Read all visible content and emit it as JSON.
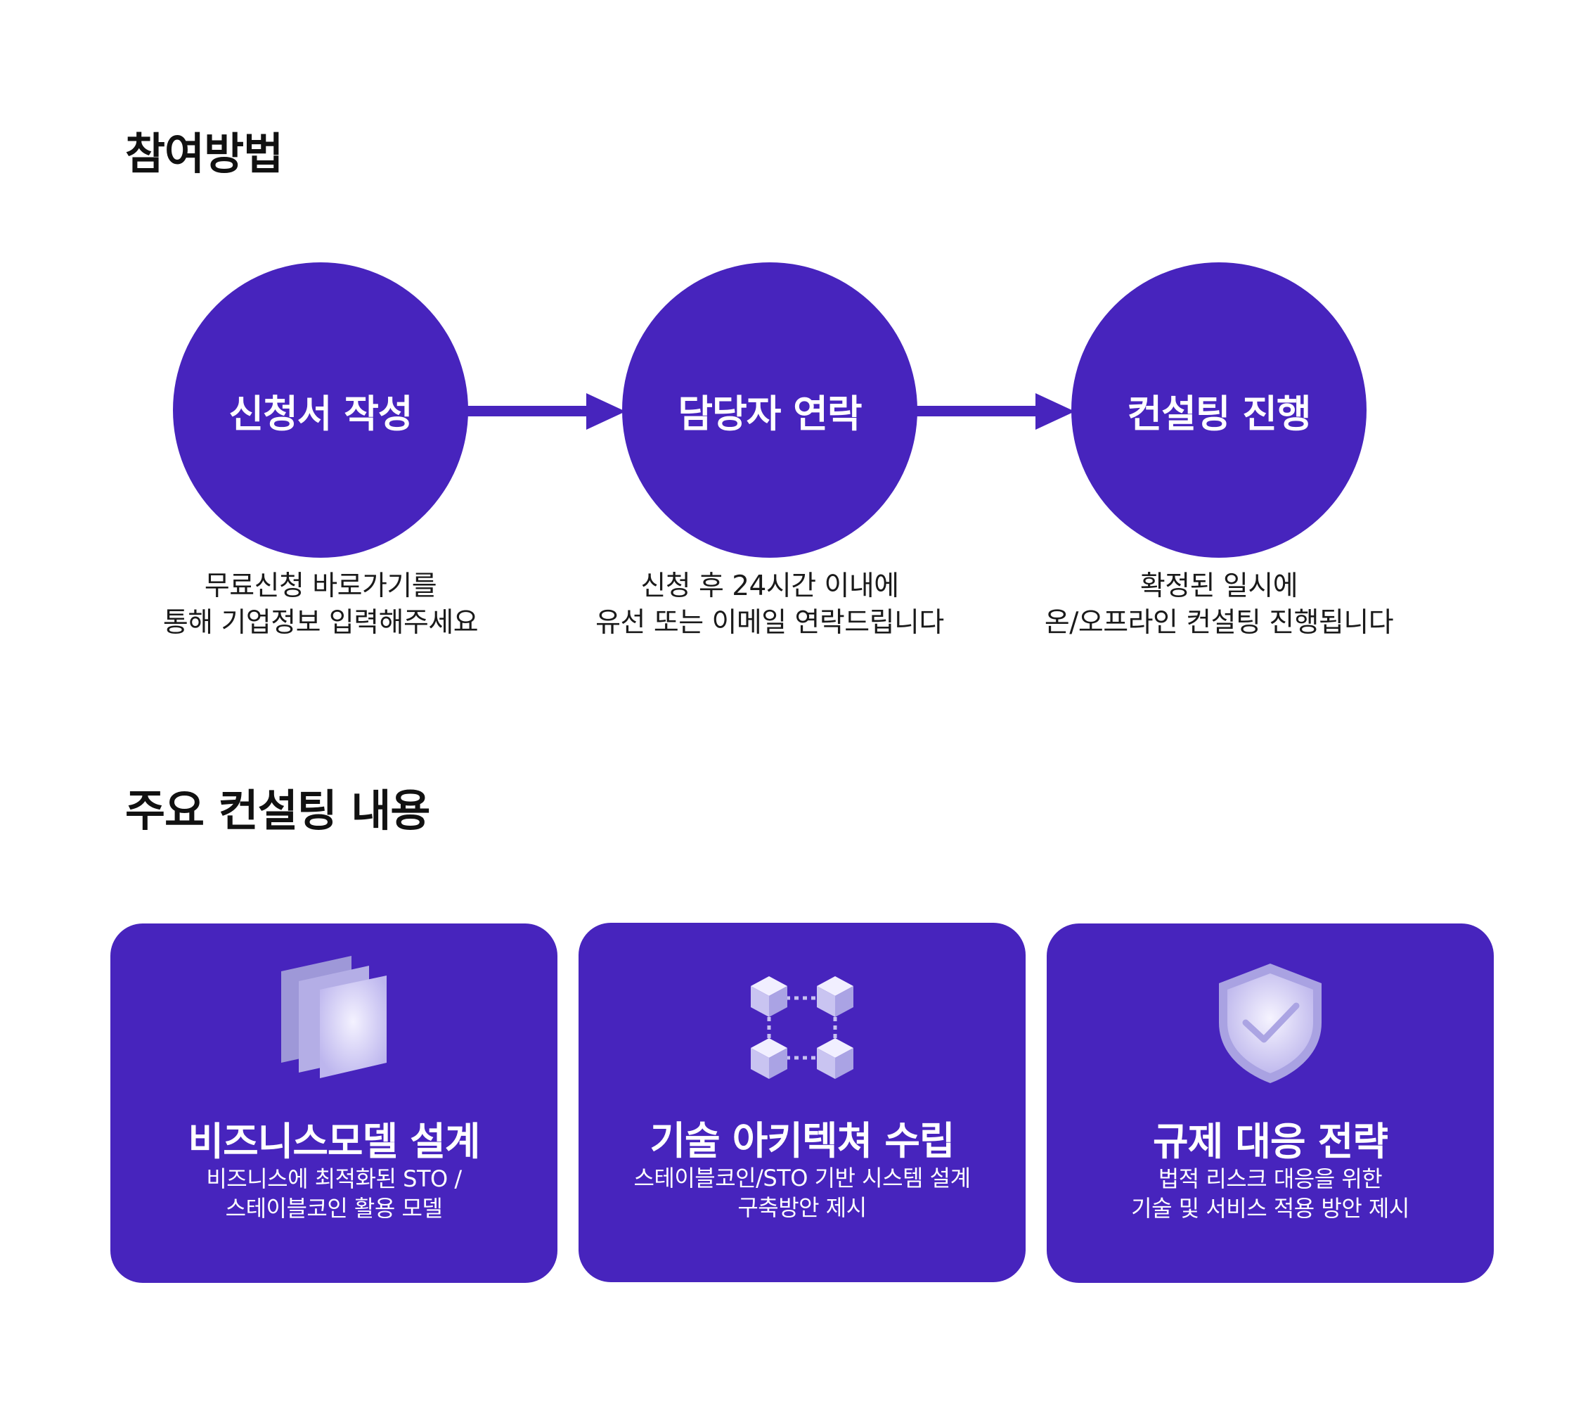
{
  "sections": {
    "participate_title": "참여방법",
    "consulting_title": "주요 컨설팅 내용"
  },
  "steps": [
    {
      "label": "신청서 작성",
      "desc_line1": "무료신청 바로가기를",
      "desc_line2": "통해 기업정보 입력해주세요"
    },
    {
      "label": "담당자 연락",
      "desc_line1": "신청 후 24시간 이내에",
      "desc_line2": "유선 또는 이메일 연락드립니다"
    },
    {
      "label": "컨설팅 진행",
      "desc_line1": "확정된 일시에",
      "desc_line2": "온/오프라인 컨설팅 진행됩니다"
    }
  ],
  "cards": [
    {
      "icon": "layers-icon",
      "title": "비즈니스모델 설계",
      "desc_line1": "비즈니스에 최적화된 STO /",
      "desc_line2": "스테이블코인 활용 모델"
    },
    {
      "icon": "blockchain-cubes-icon",
      "title": "기술 아키텍쳐 수립",
      "desc_line1": "스테이블코인/STO 기반 시스템 설계",
      "desc_line2": "구축방안 제시"
    },
    {
      "icon": "shield-check-icon",
      "title": "규제 대응 전략",
      "desc_line1": "법적 리스크 대응을 위한",
      "desc_line2": "기술 및 서비스 적용 방안 제시"
    }
  ],
  "colors": {
    "accent": "#4724bd",
    "text": "#111111",
    "background": "#ffffff",
    "icon_light": "#d9d5f5"
  }
}
